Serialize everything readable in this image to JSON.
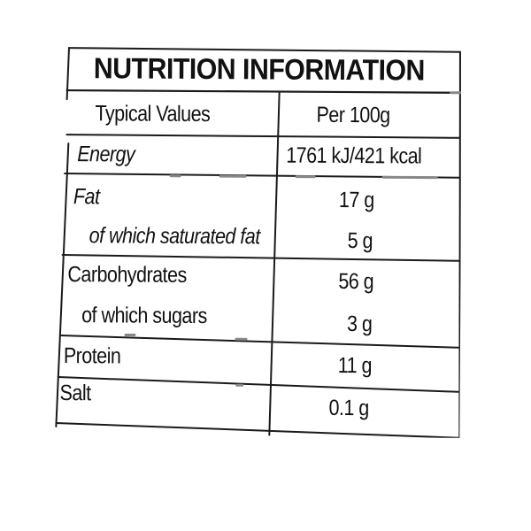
{
  "label": {
    "title": "NUTRITION INFORMATION",
    "header": {
      "col1": "Typical Values",
      "col2": "Per 100g"
    },
    "rows": {
      "energy": {
        "name": "Energy",
        "value": "1761 kJ/421 kcal"
      },
      "fat": {
        "name": "Fat",
        "value": "17 g"
      },
      "saturated_fat": {
        "name": "of which saturated fat",
        "value": "5 g"
      },
      "carbohydrates": {
        "name": "Carbohydrates",
        "value": "56 g"
      },
      "sugars": {
        "name": "of which sugars",
        "value": "3 g"
      },
      "protein": {
        "name": "Protein",
        "value": "11 g"
      },
      "salt": {
        "name": "Salt",
        "value": "0.1 g"
      }
    }
  }
}
